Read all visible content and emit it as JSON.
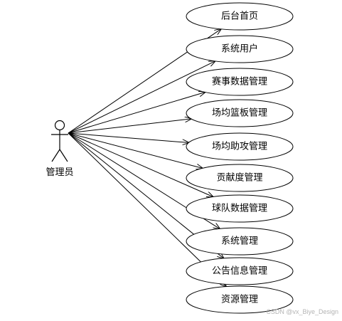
{
  "actor": {
    "label": "管理员"
  },
  "use_cases": [
    {
      "id": "uc1",
      "label": "后台首页"
    },
    {
      "id": "uc2",
      "label": "系统用户"
    },
    {
      "id": "uc3",
      "label": "赛事数据管理"
    },
    {
      "id": "uc4",
      "label": "场均篮板管理"
    },
    {
      "id": "uc5",
      "label": "场均助攻管理"
    },
    {
      "id": "uc6",
      "label": "贡献度管理"
    },
    {
      "id": "uc7",
      "label": "球队数据管理"
    },
    {
      "id": "uc8",
      "label": "系统管理"
    },
    {
      "id": "uc9",
      "label": "公告信息管理"
    },
    {
      "id": "uc10",
      "label": "资源管理"
    }
  ],
  "watermark": {
    "text": "CSDN @vx_Biye_Design"
  }
}
